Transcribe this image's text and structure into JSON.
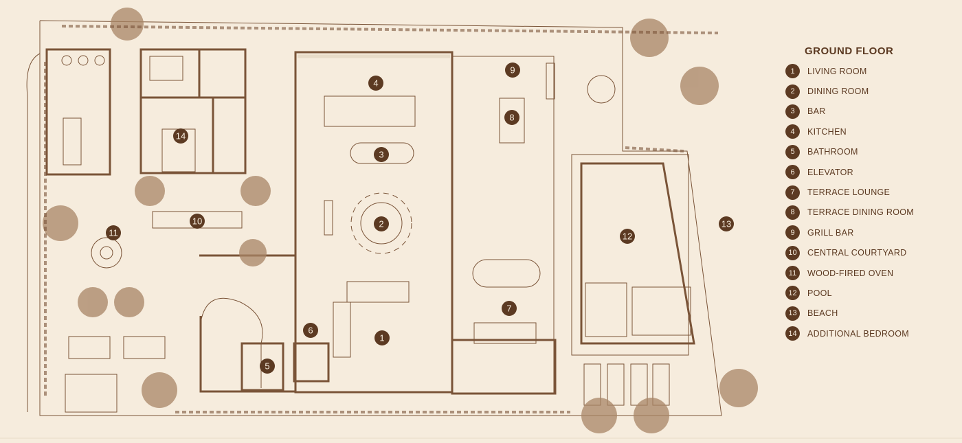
{
  "legend": {
    "title": "GROUND FLOOR",
    "items": [
      {
        "num": "1",
        "label": "LIVING ROOM"
      },
      {
        "num": "2",
        "label": "DINING ROOM"
      },
      {
        "num": "3",
        "label": "BAR"
      },
      {
        "num": "4",
        "label": "KITCHEN"
      },
      {
        "num": "5",
        "label": "BATHROOM"
      },
      {
        "num": "6",
        "label": "ELEVATOR"
      },
      {
        "num": "7",
        "label": "TERRACE LOUNGE"
      },
      {
        "num": "8",
        "label": "TERRACE DINING ROOM"
      },
      {
        "num": "9",
        "label": "GRILL BAR"
      },
      {
        "num": "10",
        "label": "CENTRAL COURTYARD"
      },
      {
        "num": "11",
        "label": "WOOD-FIRED OVEN"
      },
      {
        "num": "12",
        "label": "POOL"
      },
      {
        "num": "13",
        "label": "BEACH"
      },
      {
        "num": "14",
        "label": "ADDITIONAL BEDROOM"
      }
    ]
  },
  "plan_markers": [
    {
      "id": "1",
      "label": "1"
    },
    {
      "id": "2",
      "label": "2"
    },
    {
      "id": "3",
      "label": "3"
    },
    {
      "id": "4",
      "label": "4"
    },
    {
      "id": "5",
      "label": "5"
    },
    {
      "id": "6",
      "label": "6"
    },
    {
      "id": "7",
      "label": "7"
    },
    {
      "id": "8",
      "label": "8"
    },
    {
      "id": "9",
      "label": "9"
    },
    {
      "id": "10",
      "label": "10"
    },
    {
      "id": "11",
      "label": "11"
    },
    {
      "id": "12",
      "label": "12"
    },
    {
      "id": "13",
      "label": "13"
    },
    {
      "id": "14",
      "label": "14"
    }
  ],
  "colors": {
    "background": "#f6ecdd",
    "ink": "#5c3a22",
    "line": "#7a5438"
  }
}
